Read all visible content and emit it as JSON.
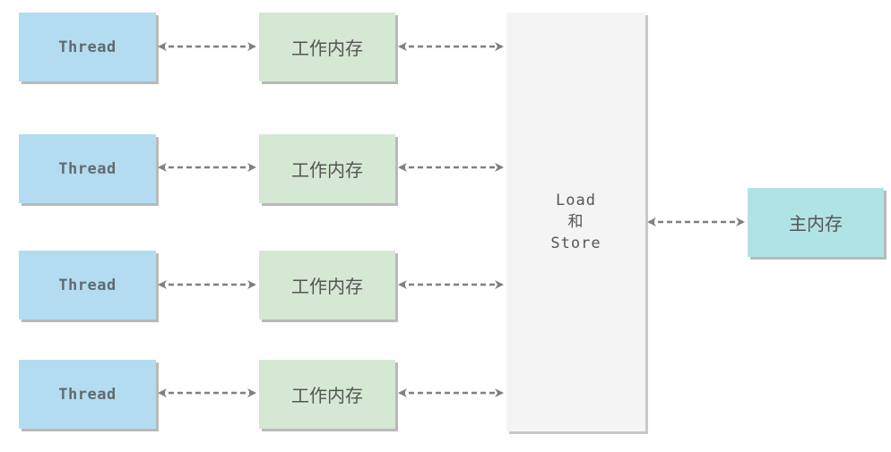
{
  "threads": [
    {
      "label": "Thread"
    },
    {
      "label": "Thread"
    },
    {
      "label": "Thread"
    },
    {
      "label": "Thread"
    }
  ],
  "working_memory": [
    {
      "label": "工作内存"
    },
    {
      "label": "工作内存"
    },
    {
      "label": "工作内存"
    },
    {
      "label": "工作内存"
    }
  ],
  "load_store": {
    "label": "Load\n和\nStore"
  },
  "main_memory": {
    "label": "主内存"
  },
  "colors": {
    "thread_fill": "#b4dcf0",
    "working_memory_fill": "#d5e8d4",
    "load_store_fill": "#f4f4f4",
    "main_memory_fill": "#b0e3e6",
    "arrow": "#7f7f7f",
    "shadow": "#b9b9b9"
  },
  "edges": {
    "style": "dashed",
    "direction": "bidirectional"
  }
}
